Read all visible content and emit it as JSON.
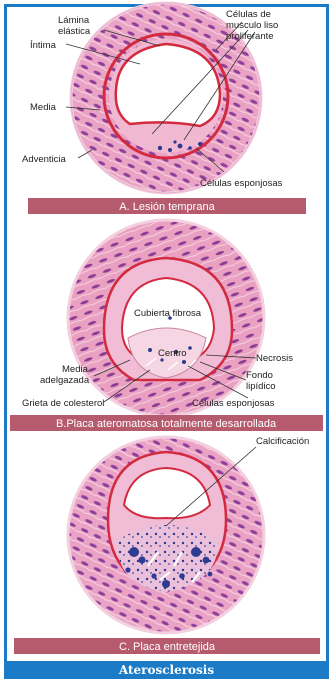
{
  "panel_a": {
    "labels": {
      "lamina": "Lámina",
      "elastica": "elástica",
      "intima": "Íntima",
      "media": "Media",
      "adventicia": "Adventicia",
      "celulas_musculo_1": "Células de",
      "celulas_musculo_2": "musculo liso",
      "celulas_musculo_3": "proliferante",
      "esponjosas": "Células esponjosas"
    },
    "caption": "A. Lesión temprana"
  },
  "panel_b": {
    "labels": {
      "cubierta": "Cubierta fibrosa",
      "centro": "Centro",
      "necrosis": "Necrosis",
      "fondo_1": "Fondo",
      "fondo_2": "lipídico",
      "media_1": "Media",
      "media_2": "adelgazada",
      "grieta": "Grieta de colesterol",
      "esponjosas": "Células esponjosas"
    },
    "caption": "B.Placa ateromatosa totalmente desarrollada"
  },
  "panel_c": {
    "labels": {
      "calcificacion": "Calcificación"
    },
    "caption": "C. Placa entretejida"
  },
  "footer_title": "Aterosclerosis",
  "colors": {
    "frame": "#1b7bc6",
    "caption_bg": "#b65b6e",
    "tissue": "#e9a3c3",
    "elastic": "#d32a40",
    "nuclei": "#a53a8e"
  }
}
